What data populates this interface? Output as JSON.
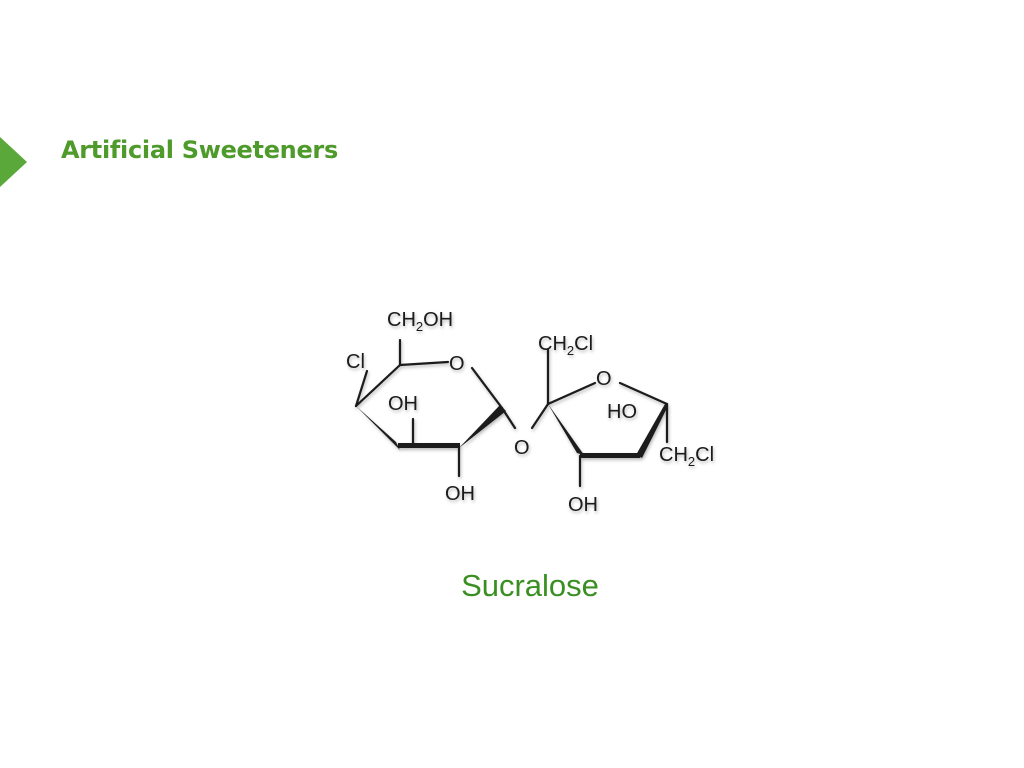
{
  "slide": {
    "title": "Artificial Sweeteners",
    "accent_color": "#4e9a2a",
    "marker_color": "#5aa83a"
  },
  "molecule": {
    "name": "Sucralose",
    "caption_color": "#3a8f22",
    "labels": {
      "ch2oh": "CH2OH",
      "cl": "Cl",
      "ring_oxygen_left": "O",
      "oh_upper": "OH",
      "oh_lower_left": "OH",
      "bridge_oxygen": "O",
      "ch2cl_top": "CH2Cl",
      "ring_oxygen_right": "O",
      "ho": "HO",
      "ch2cl_right": "CH2Cl",
      "oh_lower_right": "OH"
    }
  }
}
